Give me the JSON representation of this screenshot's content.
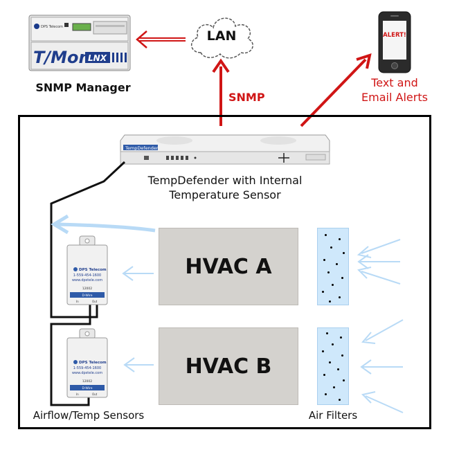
{
  "manager": {
    "caption": "SNMP Manager",
    "brand_small": "DPS Telecom",
    "logo_main": "T/Mon",
    "logo_sub": "LNX"
  },
  "lan": {
    "label": "LAN"
  },
  "snmp": {
    "label": "SNMP"
  },
  "phone": {
    "screen_text": "ALERT!"
  },
  "alerts": {
    "line1": "Text and",
    "line2": "Email Alerts"
  },
  "tempdefender": {
    "line1": "TempDefender with Internal",
    "line2": "Temperature Sensor",
    "badge": "TempDefender"
  },
  "hvac": [
    {
      "label": "HVAC A"
    },
    {
      "label": "HVAC B"
    }
  ],
  "sensor_label": "Airflow/Temp Sensors",
  "filter_label": "Air Filters",
  "sensor_device": {
    "brand": "DPS Telecom",
    "phone": "1-559-454-1600",
    "url": "www.dpstele.com",
    "model": "12002",
    "wire": "D-Wire",
    "port_in": "In",
    "port_out": "Out"
  },
  "colors": {
    "signal_red": "#d01515",
    "airflow_blue": "#b8daf6",
    "hvac_gray": "#d4d2ce",
    "filter_blue": "#cfe8fb"
  }
}
